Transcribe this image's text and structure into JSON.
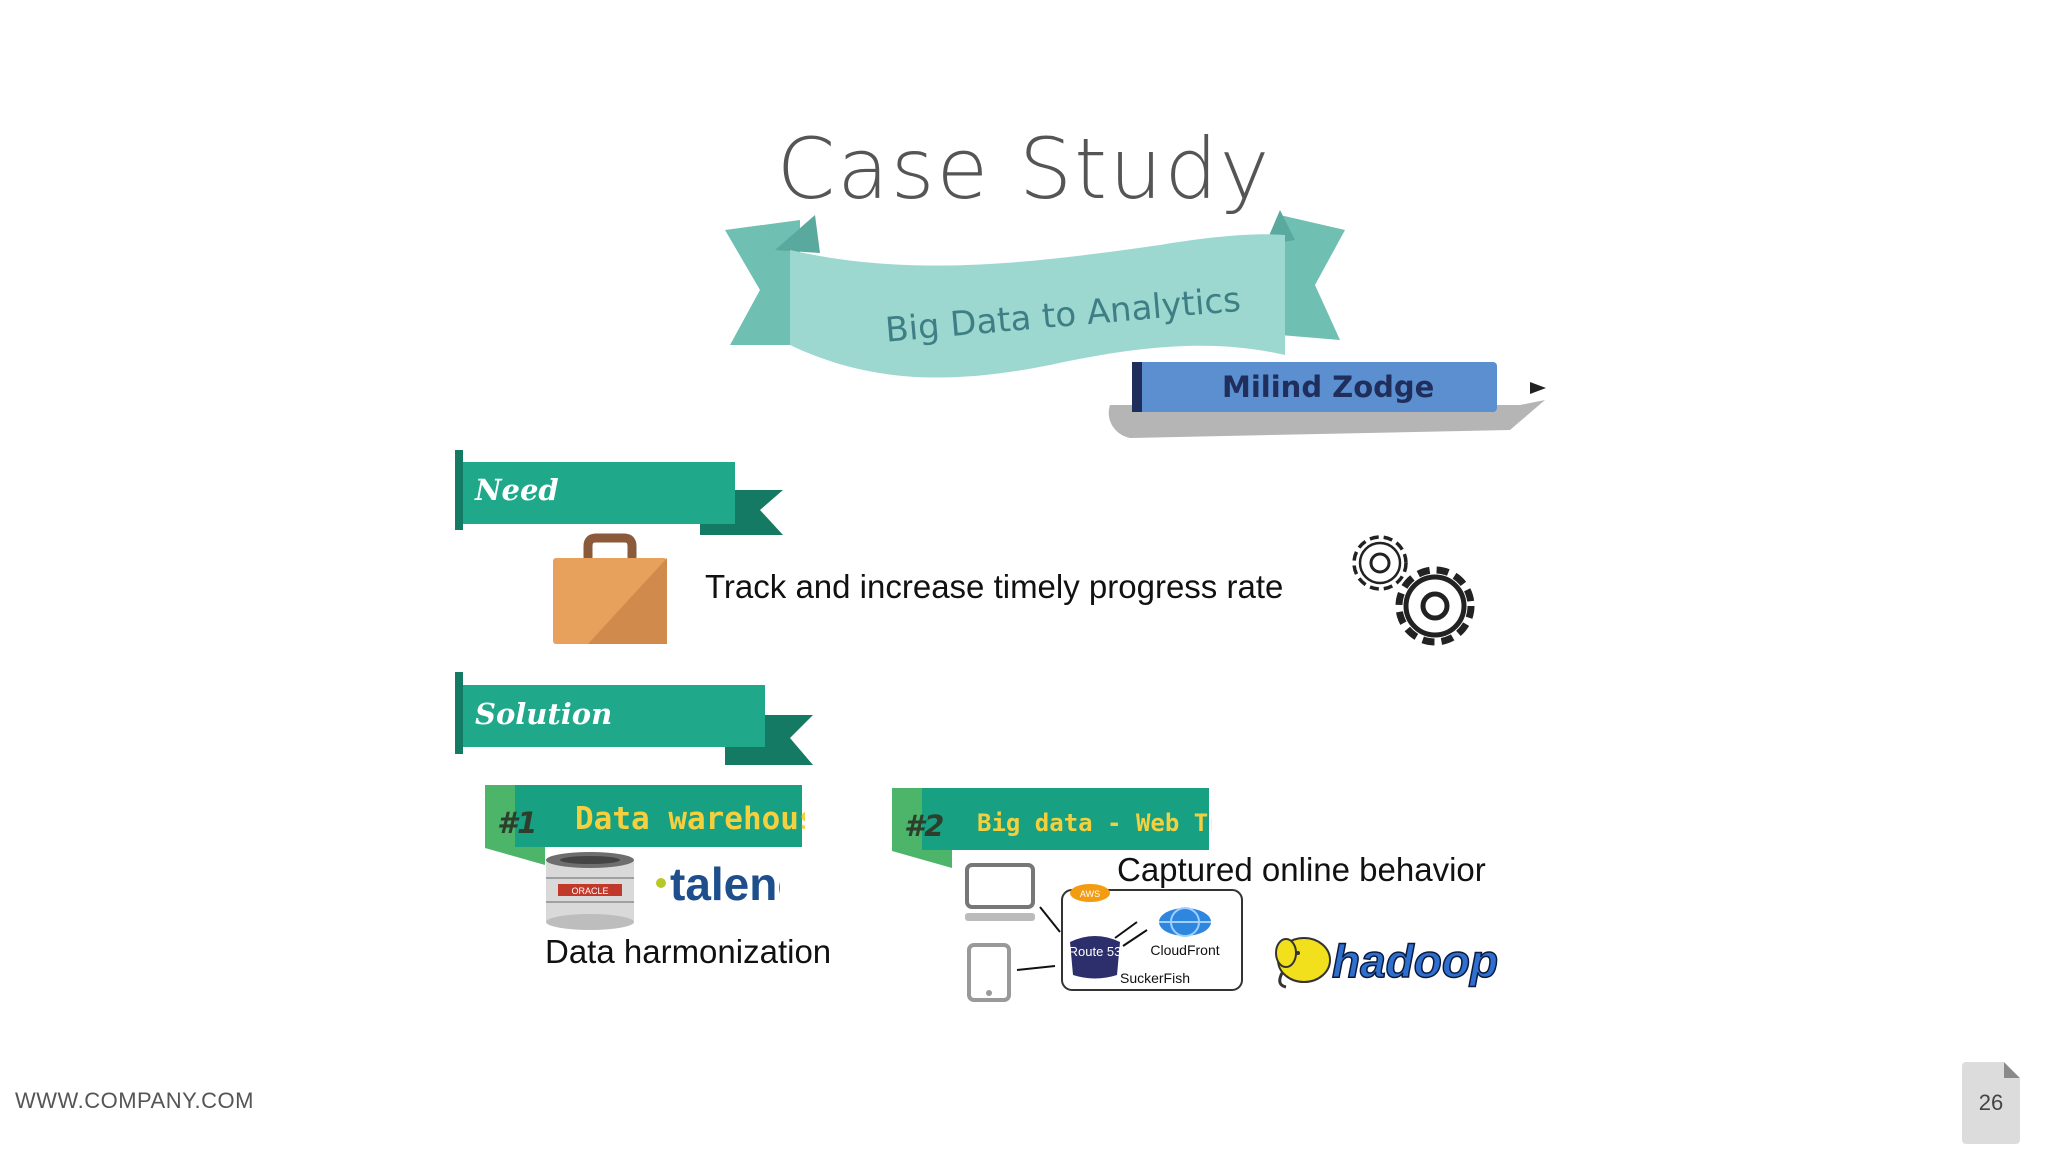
{
  "slide": {
    "title": "Case Study",
    "subtitle": "Big Data to Analytics",
    "author": "Milind Zodge"
  },
  "need": {
    "label": "Need",
    "text": "Track and increase timely progress rate"
  },
  "solution": {
    "label": "Solution",
    "items": [
      {
        "number": "#1",
        "title": "Data warehouse",
        "caption": "Data harmonization",
        "logos": [
          "ORACLE",
          "talend"
        ]
      },
      {
        "number": "#2",
        "title": "Big data - Web Traffic",
        "caption": "Captured online behavior",
        "logos": [
          "AWS",
          "Route 53",
          "CloudFront",
          "SuckerFish",
          "hadoop"
        ]
      }
    ]
  },
  "footer": {
    "website": "WWW.COMPANY.COM",
    "page_number": "26"
  },
  "colors": {
    "teal": "#1fa88a",
    "teal_dark": "#157a63",
    "ribbon": "#9dd8d0",
    "ribbon_dark": "#6fbfb3",
    "author_band": "#5b8fd0",
    "yellow": "#f4d03f",
    "briefcase": "#e7a15d"
  }
}
